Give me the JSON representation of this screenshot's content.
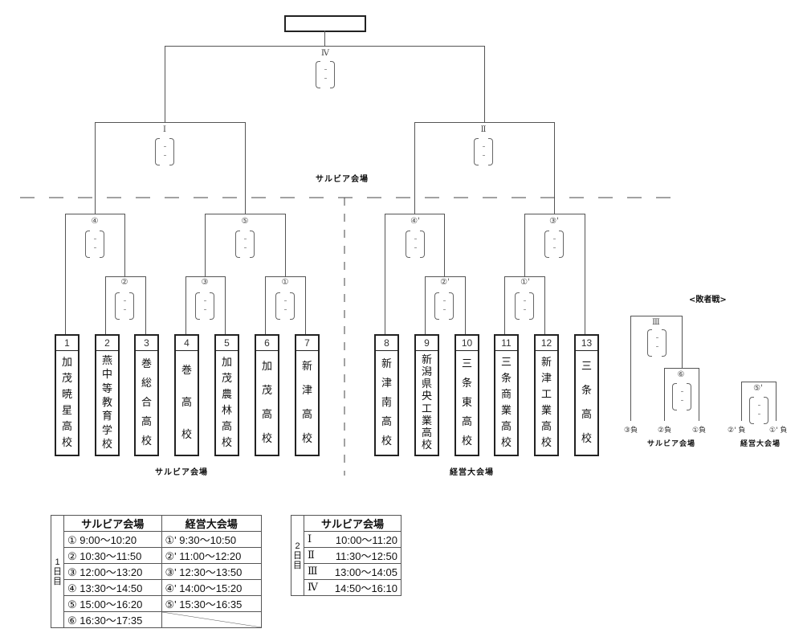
{
  "champion_box": "",
  "rounds": {
    "final": {
      "label": "Ⅳ"
    },
    "semi_left": {
      "label": "Ⅰ"
    },
    "semi_right": {
      "label": "Ⅱ"
    },
    "q4": {
      "label": "④"
    },
    "q5": {
      "label": "⑤"
    },
    "q2": {
      "label": "②"
    },
    "q3": {
      "label": "③"
    },
    "q1": {
      "label": "①"
    },
    "q4p": {
      "label": "④'"
    },
    "q3p": {
      "label": "③'"
    },
    "q2p": {
      "label": "②'"
    },
    "q1p": {
      "label": "①'"
    },
    "c3": {
      "label": "Ⅲ"
    },
    "c6": {
      "label": "⑥"
    },
    "c5p": {
      "label": "⑤'"
    }
  },
  "venues": {
    "upper": "サルビア会場",
    "left_bottom": "サルビア会場",
    "right_bottom": "経営大会場",
    "cons_left": "サルビア会場",
    "cons_right": "経営大会場"
  },
  "teams": [
    {
      "num": "1",
      "name": [
        "加",
        "茂",
        "暁",
        "星",
        "高",
        "校"
      ]
    },
    {
      "num": "2",
      "name": [
        "燕",
        "中",
        "等",
        "教",
        "育",
        "学",
        "校"
      ]
    },
    {
      "num": "3",
      "name": [
        "巻",
        "総",
        "合",
        "高",
        "校"
      ]
    },
    {
      "num": "4",
      "name": [
        "巻",
        "高",
        "校"
      ]
    },
    {
      "num": "5",
      "name": [
        "加",
        "茂",
        "農",
        "林",
        "高",
        "校"
      ]
    },
    {
      "num": "6",
      "name": [
        "加",
        "茂",
        "高",
        "校"
      ]
    },
    {
      "num": "7",
      "name": [
        "新",
        "津",
        "高",
        "校"
      ]
    },
    {
      "num": "8",
      "name": [
        "新",
        "津",
        "南",
        "高",
        "校"
      ]
    },
    {
      "num": "9",
      "name": [
        "新",
        "潟",
        "県",
        "央",
        "工",
        "業",
        "高",
        "校"
      ]
    },
    {
      "num": "10",
      "name": [
        "三",
        "条",
        "東",
        "高",
        "校"
      ]
    },
    {
      "num": "11",
      "name": [
        "三",
        "条",
        "商",
        "業",
        "高",
        "校"
      ]
    },
    {
      "num": "12",
      "name": [
        "新",
        "津",
        "工",
        "業",
        "高",
        "校"
      ]
    },
    {
      "num": "13",
      "name": [
        "三",
        "条",
        "高",
        "校"
      ]
    }
  ],
  "consolation": {
    "title": "<敗者戦>",
    "losers": [
      "③負",
      "②負",
      "①負",
      "②' 負",
      "①' 負"
    ]
  },
  "schedule_day1": {
    "day_label": [
      "1",
      "日",
      "目"
    ],
    "headers": [
      "サルビア会場",
      "経営大会場"
    ],
    "rows": [
      [
        "①  9:00～10:20",
        "①'  9:30～10:50"
      ],
      [
        "② 10:30～11:50",
        "②' 11:00～12:20"
      ],
      [
        "③ 12:00～13:20",
        "③' 12:30～13:50"
      ],
      [
        "④ 13:30～14:50",
        "④' 14:00～15:20"
      ],
      [
        "⑤ 15:00～16:20",
        "⑤' 15:30～16:35"
      ],
      [
        "⑥ 16:30～17:35",
        ""
      ]
    ]
  },
  "schedule_day2": {
    "day_label": [
      "2",
      "日",
      "目"
    ],
    "header": "サルビア会場",
    "rows": [
      [
        "Ⅰ",
        "10:00～11:20"
      ],
      [
        "Ⅱ",
        "11:30～12:50"
      ],
      [
        "Ⅲ",
        "13:00～14:05"
      ],
      [
        "Ⅳ",
        "14:50～16:10"
      ]
    ]
  }
}
